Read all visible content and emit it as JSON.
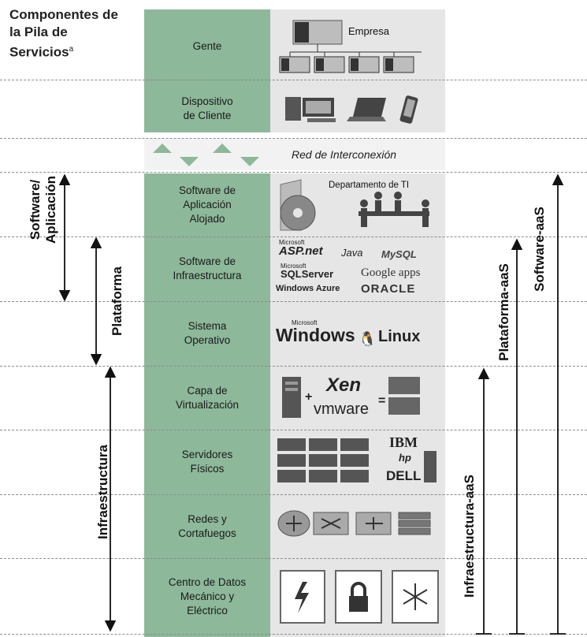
{
  "title": {
    "line1": "Componentes de",
    "line2": "la Pila de",
    "line3": "Servicios",
    "sup": "a"
  },
  "network_label": "Red de Interconexión",
  "layers": [
    {
      "lines": [
        "Gente"
      ]
    },
    {
      "lines": [
        "Dispositivo",
        "de Cliente"
      ]
    },
    {
      "lines": [
        "Software de",
        "Aplicación",
        "Alojado"
      ]
    },
    {
      "lines": [
        "Software de",
        "Infraestructura"
      ]
    },
    {
      "lines": [
        "Sistema",
        "Operativo"
      ]
    },
    {
      "lines": [
        "Capa de",
        "Virtualización"
      ]
    },
    {
      "lines": [
        "Servidores",
        "Físicos"
      ]
    },
    {
      "lines": [
        "Redes y",
        "Cortafuegos"
      ]
    },
    {
      "lines": [
        "Centro de Datos",
        "Mecánico y",
        "Eléctrico"
      ]
    }
  ],
  "visual_labels": {
    "empresa": "Empresa",
    "dept_ti": "Departamento de TI",
    "aspnet": "ASP.net",
    "java": "Java",
    "mysql": "MySQL",
    "sqlserver": "SQLServer",
    "google": "Google apps",
    "azure": "Windows Azure",
    "oracle": "ORACLE",
    "windows": "Windows",
    "linux": "Linux",
    "xen": "Xen",
    "vmware": "vmware",
    "ibm": "IBM",
    "hp": "hp",
    "dell": "DELL",
    "microsoft": "Microsoft",
    "plus": "+",
    "equals": "="
  },
  "left_axes": {
    "software": [
      "Software/",
      "Aplicación"
    ],
    "plataforma": "Plataforma",
    "infraestructura": "Infraestructura"
  },
  "right_axes": {
    "iaas": "Infraestructura-aaS",
    "paas": "Plataforma-aaS",
    "saas": "Software-aaS"
  },
  "icons": [
    "org-chart-icon",
    "desktop-icon",
    "laptop-icon",
    "phone-icon",
    "cd-box-icon",
    "meeting-icon",
    "server-icon",
    "server-rack-icon",
    "router-icon",
    "switch-icon",
    "firewall-icon",
    "power-icon",
    "lock-icon",
    "snowflake-icon"
  ]
}
